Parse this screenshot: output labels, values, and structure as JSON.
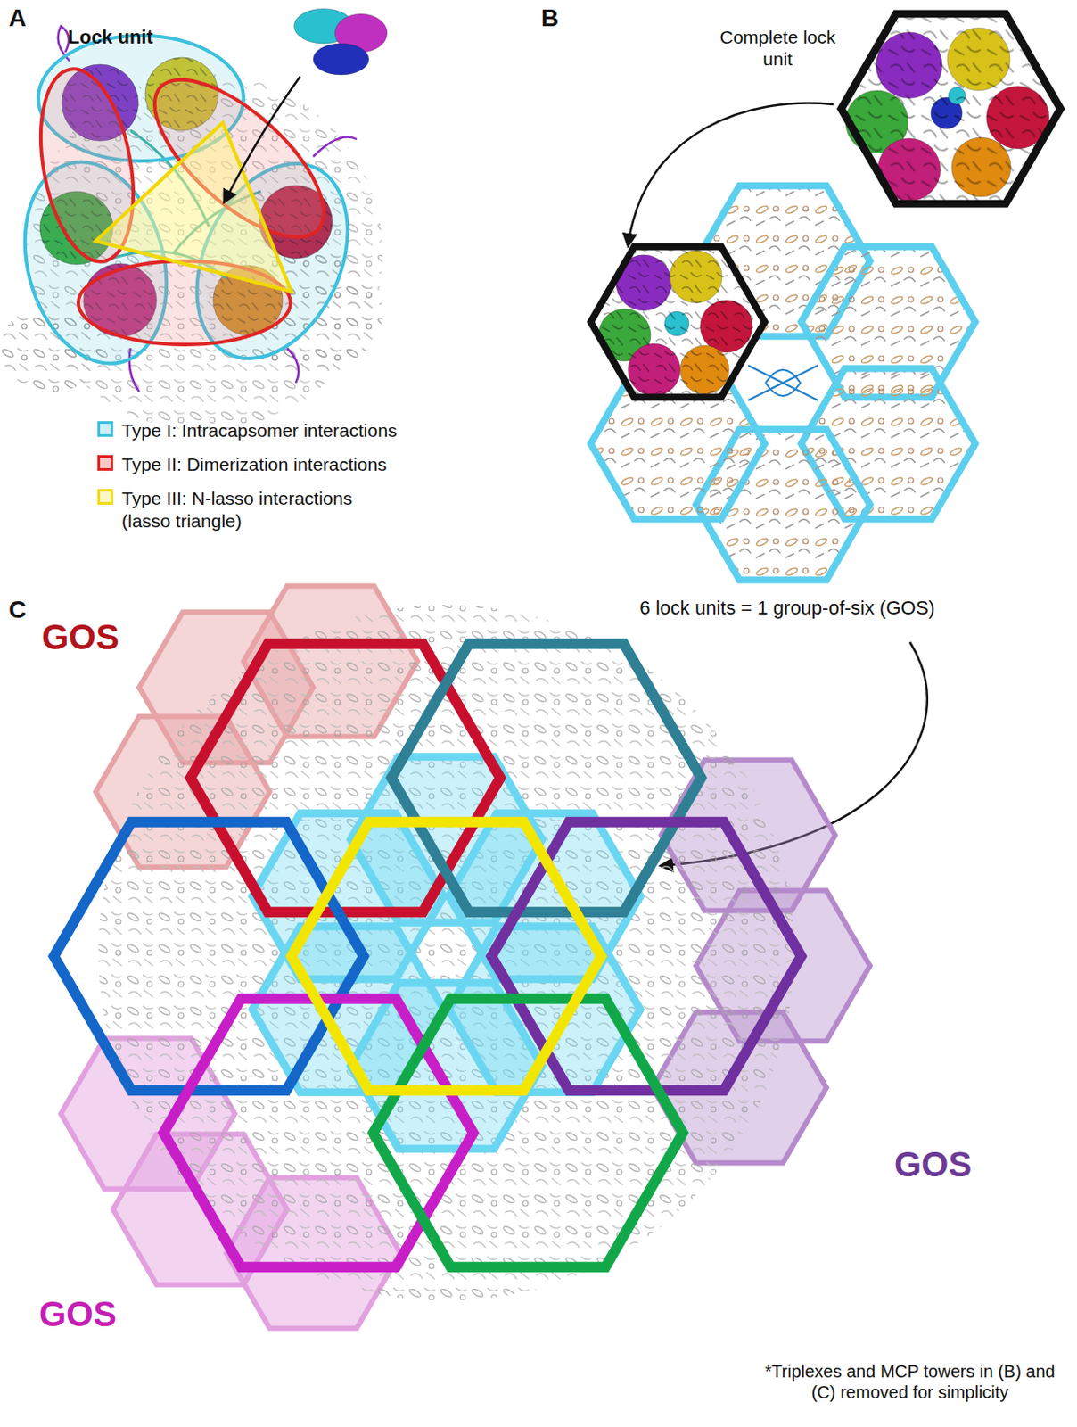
{
  "diagram": {
    "labels": [
      "A",
      "Lock unit",
      "B",
      "Complete lock unit",
      "6 lock units = 1 group-of-six (GOS)",
      "C",
      "GOS",
      "GOS",
      "GOS",
      "*Triplexes and MCP towers in (B) and (C) removed for simplicity"
    ],
    "legend": [
      {
        "text": "Type I: Intracapsomer interactions",
        "color": "#3ec0dc"
      },
      {
        "text": "Type II: Dimerization interactions",
        "color": "#e02424"
      },
      {
        "text": "Type III: N-lasso interactions (lasso triangle)",
        "color": "#f0dc10"
      }
    ]
  }
}
